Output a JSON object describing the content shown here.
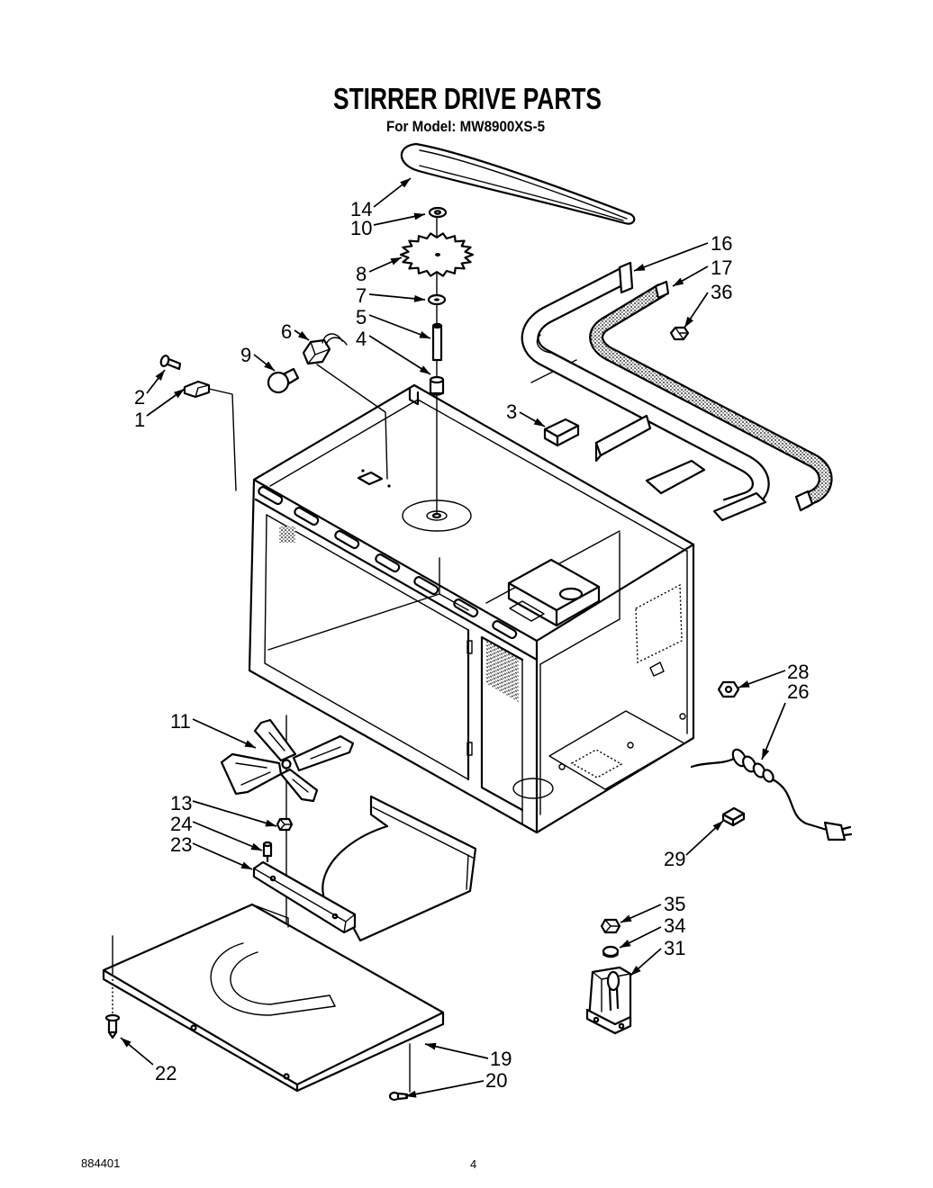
{
  "title": "STIRRER DRIVE PARTS",
  "subtitle": "For Model: MW8900XS-5",
  "callouts": [
    "14",
    "10",
    "8",
    "7",
    "5",
    "4",
    "6",
    "9",
    "2",
    "1",
    "3",
    "16",
    "17",
    "36",
    "11",
    "13",
    "24",
    "23",
    "28",
    "26",
    "29",
    "35",
    "34",
    "31",
    "22",
    "19",
    "20"
  ],
  "footer": {
    "doc_number": "884401",
    "page_number": "4"
  },
  "colors": {
    "ink": "#000000",
    "paper": "#ffffff"
  }
}
